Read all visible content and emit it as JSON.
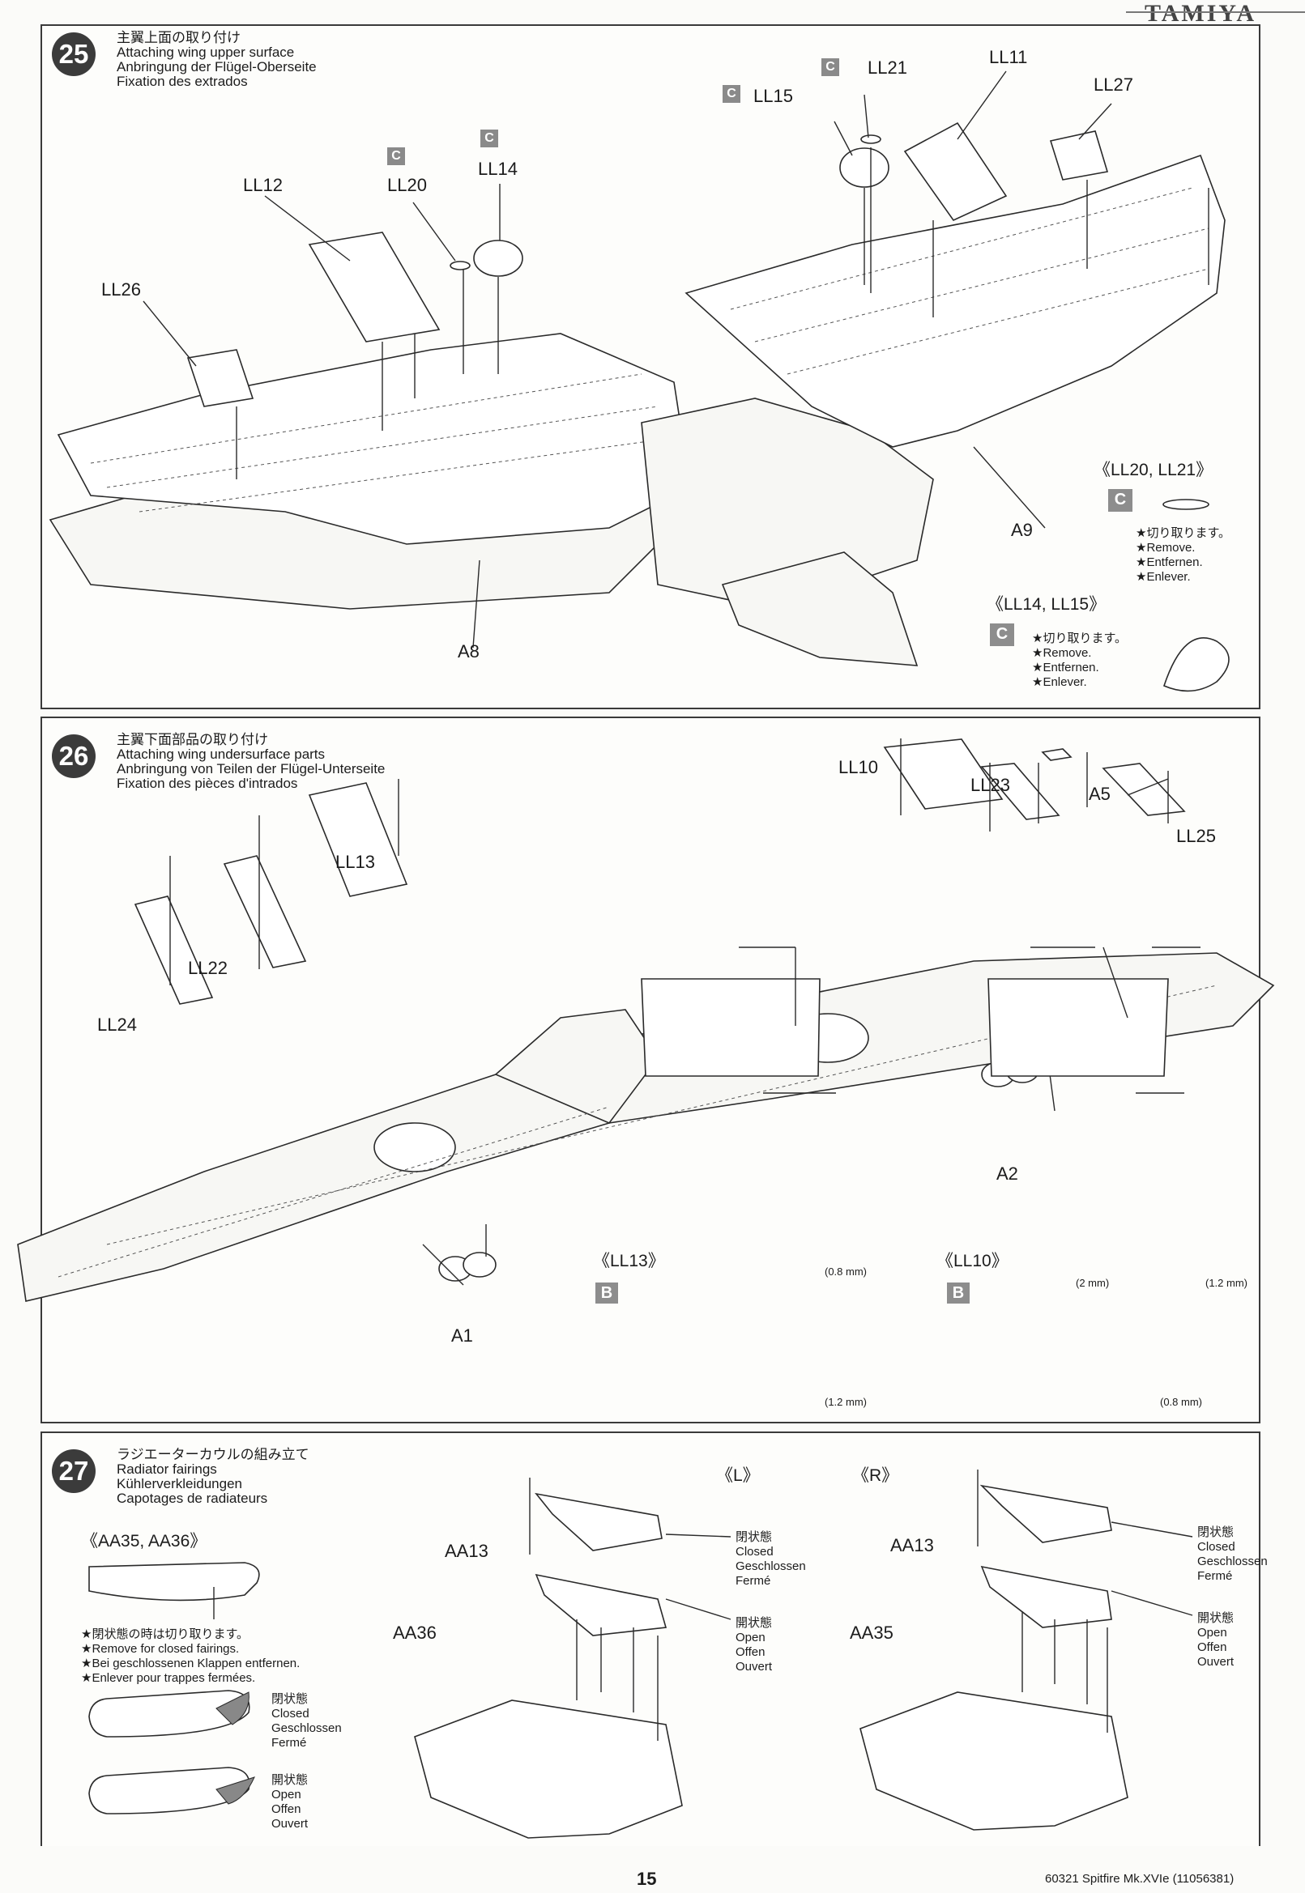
{
  "brand": "TAMIYA",
  "step25": {
    "number": "25",
    "title_ja": "主翼上面の取り付け",
    "title_en": "Attaching wing upper surface",
    "title_de": "Anbringung der Flügel-Oberseite",
    "title_fr": "Fixation des extrados",
    "part_labels": [
      "LL21",
      "LL11",
      "LL15",
      "LL27",
      "LL14",
      "LL12",
      "LL20",
      "LL26",
      "A9",
      "A8"
    ],
    "sprue_letter": "C",
    "note1": {
      "title": "《LL20, LL21》",
      "remove": [
        "★切り取ります。",
        "★Remove.",
        "★Entfernen.",
        "★Enlever."
      ]
    },
    "note2": {
      "title": "《LL14, LL15》",
      "remove": [
        "★切り取ります。",
        "★Remove.",
        "★Entfernen.",
        "★Enlever."
      ]
    }
  },
  "step26": {
    "number": "26",
    "title_ja": "主翼下面部品の取り付け",
    "title_en": "Attaching wing undersurface parts",
    "title_de": "Anbringung von Teilen der Flügel-Unterseite",
    "title_fr": "Fixation des pièces d'intrados",
    "part_labels": [
      "LL10",
      "LL23",
      "A5",
      "LL25",
      "LL13",
      "LL22",
      "LL24",
      "A2",
      "A1"
    ],
    "sprue_letter": "B",
    "detail_ll13": {
      "title": "《LL13》",
      "drill_a": "(0.8 mm)",
      "drill_b": "(1.2 mm)"
    },
    "detail_ll10": {
      "title": "《LL10》",
      "drill_a": "(2 mm)",
      "drill_b": "(1.2 mm)",
      "drill_c": "(0.8 mm)"
    }
  },
  "step27": {
    "number": "27",
    "title_ja": "ラジエーターカウルの組み立て",
    "title_en": "Radiator fairings",
    "title_de": "Kühlerverkleidungen",
    "title_fr": "Capotages de radiateurs",
    "aa_title": "《AA35, AA36》",
    "aa_note": [
      "★閉状態の時は切り取ります。",
      "★Remove for closed fairings.",
      "★Bei geschlossenen Klappen entfernen.",
      "★Enlever pour trappes fermées."
    ],
    "closed": [
      "閉状態",
      "Closed",
      "Geschlossen",
      "Fermé"
    ],
    "open": [
      "開状態",
      "Open",
      "Offen",
      "Ouvert"
    ],
    "left_title": "《L》",
    "right_title": "《R》",
    "left_parts": [
      "AA13",
      "AA36"
    ],
    "right_parts": [
      "AA13",
      "AA35"
    ]
  },
  "footer": {
    "page": "15",
    "model": "60321  Spitfire Mk.XVIe (11056381)"
  }
}
